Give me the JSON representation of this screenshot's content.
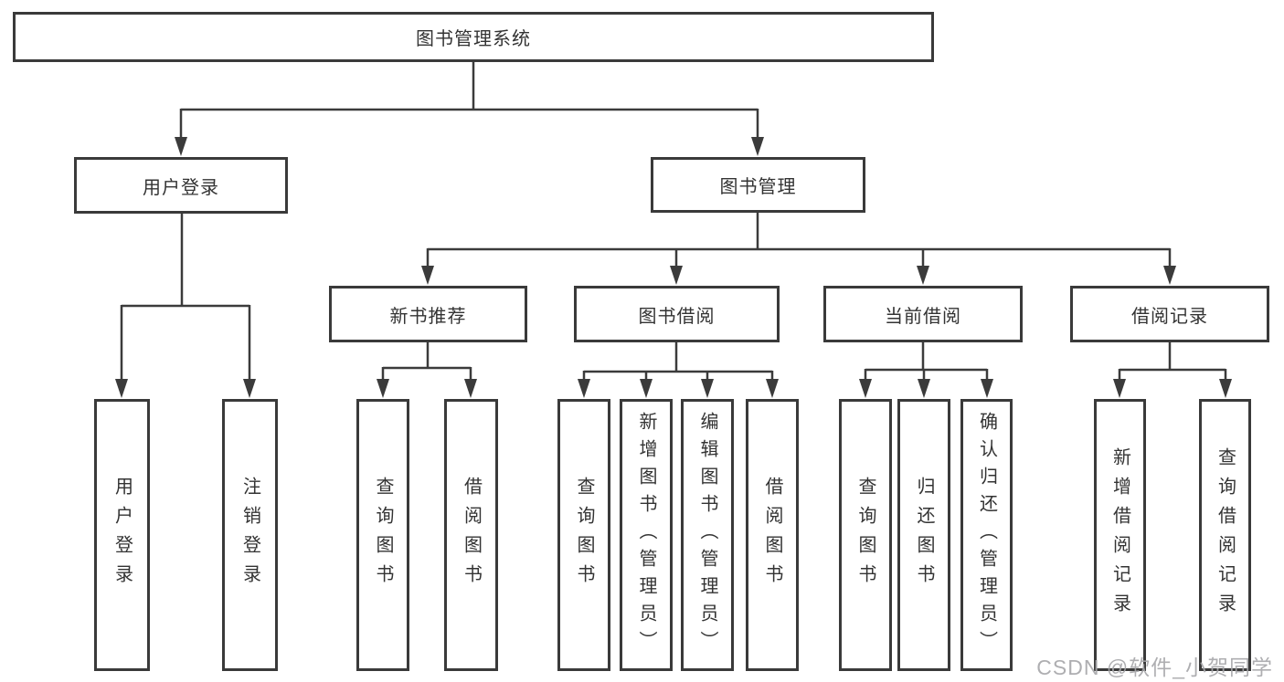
{
  "diagram": {
    "title": "图书管理系统",
    "type": "function-structure-tree",
    "colors": {
      "line": "#3b3b3b",
      "box_border": "#3a3a3a",
      "text": "#333333",
      "watermark": "#a6a6a9",
      "background": "#ffffff"
    },
    "tree": {
      "root": "图书管理系统",
      "branches": [
        {
          "label": "用户登录",
          "children": [
            {
              "label": "用户登录"
            },
            {
              "label": "注销登录"
            }
          ]
        },
        {
          "label": "图书管理",
          "children": [
            {
              "label": "新书推荐",
              "children": [
                {
                  "label": "查询图书"
                },
                {
                  "label": "借阅图书"
                }
              ]
            },
            {
              "label": "图书借阅",
              "children": [
                {
                  "label": "查询图书"
                },
                {
                  "label": "新增图书（管理员）"
                },
                {
                  "label": "编辑图书（管理员）"
                },
                {
                  "label": "借阅图书"
                }
              ]
            },
            {
              "label": "当前借阅",
              "children": [
                {
                  "label": "查询图书"
                },
                {
                  "label": "归还图书"
                },
                {
                  "label": "确认归还（管理员）"
                }
              ]
            },
            {
              "label": "借阅记录",
              "children": [
                {
                  "label": "新增借阅记录"
                },
                {
                  "label": "查询借阅记录"
                }
              ]
            }
          ]
        }
      ]
    },
    "watermark": "CSDN @软件_小贺同学"
  }
}
